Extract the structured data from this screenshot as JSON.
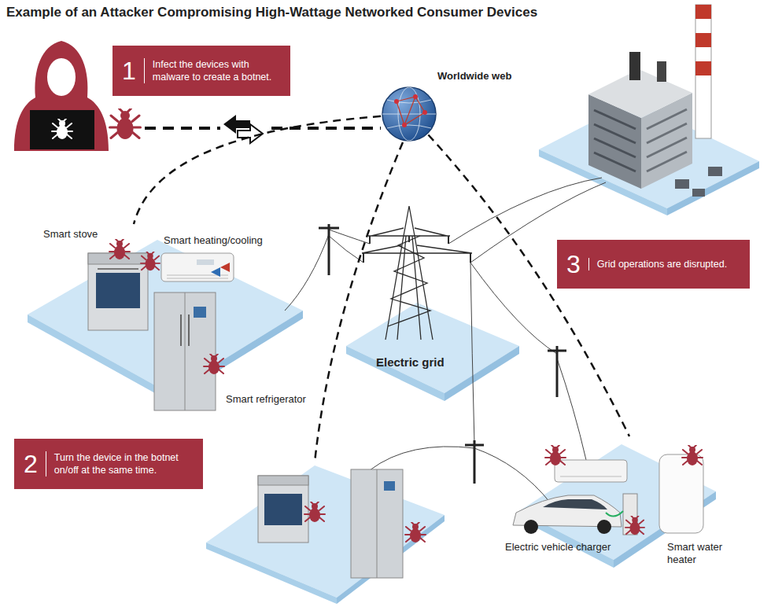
{
  "diagram": {
    "title": "Example of an Attacker Compromising High-Wattage Networked Consumer Devices",
    "nodes": [
      {
        "text": [
          "1",
          "Infect the devices with malware to create a botnet."
        ]
      },
      {
        "text": [
          "Worldwide web"
        ]
      },
      {
        "text": [
          "3",
          "Grid operations are disrupted."
        ]
      },
      {
        "text": [
          "Smart stove",
          "Smart heating/cooling",
          "Smart refrigerator"
        ]
      },
      {
        "text": [
          "2",
          "Turn the device in the botnet on/off at the same time."
        ]
      },
      {
        "text": [
          "Electric grid"
        ]
      },
      {
        "text": [
          "Electric vehicle charger",
          "Smart water heater"
        ]
      }
    ],
    "edges": [
      {
        "from": 1,
        "to": 3,
        "arrow": "none"
      },
      {
        "from": 1,
        "to": 6,
        "arrow": "none"
      }
    ]
  }
}
